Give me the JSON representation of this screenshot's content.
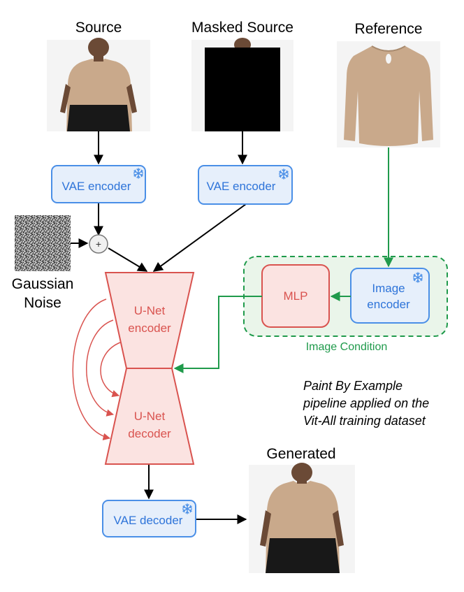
{
  "titles": {
    "source": "Source",
    "masked_source": "Masked Source",
    "reference": "Reference",
    "generated": "Generated"
  },
  "noise": {
    "line1": "Gaussian",
    "line2": "Noise"
  },
  "nodes": {
    "vae_encoder_source": "VAE encoder",
    "vae_encoder_masked": "VAE encoder",
    "image_encoder_line1": "Image",
    "image_encoder_line2": "encoder",
    "mlp": "MLP",
    "unet_encoder_line1": "U-Net",
    "unet_encoder_line2": "encoder",
    "unet_decoder_line1": "U-Net",
    "unet_decoder_line2": "decoder",
    "vae_decoder": "VAE decoder",
    "sum_symbol": "+"
  },
  "group": {
    "label": "Image Condition"
  },
  "caption": {
    "line1": "Paint By Example",
    "line2": "pipeline applied on the",
    "line3": "Vit-All training dataset"
  },
  "icons": {
    "frozen": "snowflake-icon"
  },
  "colors": {
    "blue_stroke": "#4a8fe7",
    "blue_fill": "#e6effb",
    "red_stroke": "#d9534f",
    "red_fill": "#fbe3e1",
    "green": "#1f9a4b",
    "green_fill": "#eaf5ea"
  }
}
